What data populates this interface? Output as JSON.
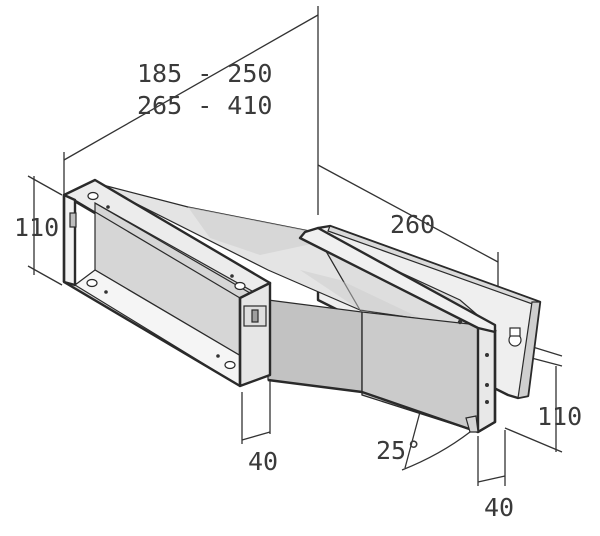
{
  "dimensions": {
    "range_top": "185 - 250",
    "range_bottom": "265 - 410",
    "length": "260",
    "height_left": "110",
    "height_right": "110",
    "depth_left": "40",
    "depth_right": "40",
    "angle": "25°"
  },
  "colors": {
    "line": "#2a2a2a",
    "face_light": "#f2f2f2",
    "face_mid": "#dcdcdc",
    "face_dark": "#c4c4c4",
    "face_darker": "#b4b4b4",
    "text": "#3a3a3a"
  }
}
